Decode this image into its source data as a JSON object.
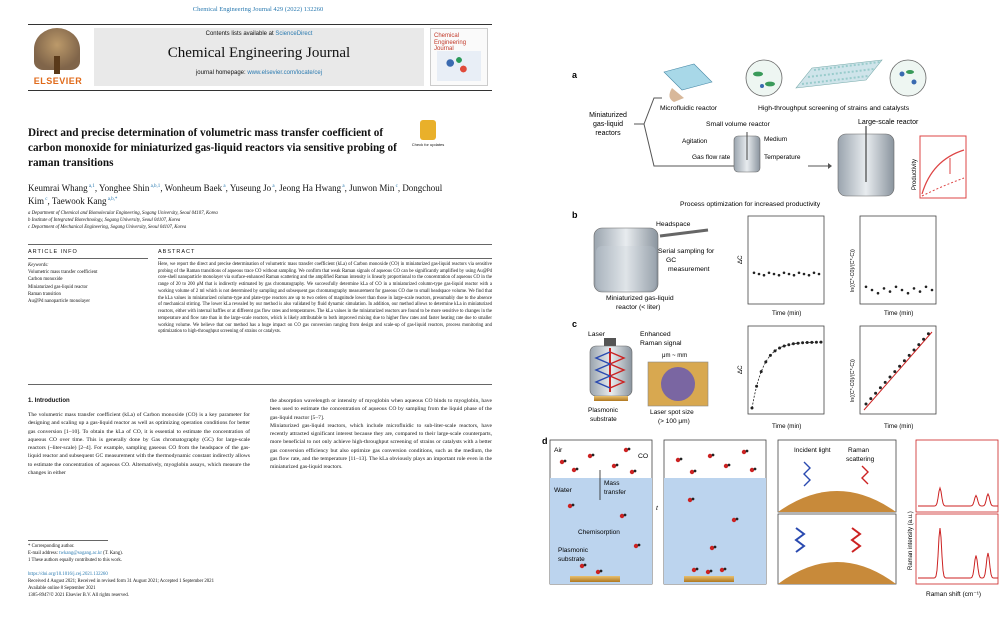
{
  "journal_ref": "Chemical Engineering Journal 429 (2022) 132260",
  "header": {
    "contents_prefix": "Contents lists available at ",
    "contents_link": "ScienceDirect",
    "journal_title": "Chemical Engineering Journal",
    "homepage_prefix": "journal homepage: ",
    "homepage_link": "www.elsevier.com/locate/cej",
    "publisher": "ELSEVIER",
    "cover_title": "Chemical Engineering Journal",
    "badge_text": "Check for updates"
  },
  "article": {
    "title": "Direct and precise determination of volumetric mass transfer coefficient of carbon monoxide for miniaturized gas-liquid reactors via sensitive probing of raman transitions",
    "authors": [
      {
        "name": "Keumrai Whang",
        "sup": "a,1"
      },
      {
        "name": "Yonghee Shin",
        "sup": "a,b,1"
      },
      {
        "name": "Wonheum Baek",
        "sup": "a"
      },
      {
        "name": "Yuseung Jo",
        "sup": "a"
      },
      {
        "name": "Jeong Ha Hwang",
        "sup": "a"
      },
      {
        "name": "Junwon Min",
        "sup": "c"
      },
      {
        "name": "Dongchoul Kim",
        "sup": "c"
      },
      {
        "name": "Taewook Kang",
        "sup": "a,b,*"
      }
    ],
    "affiliations": [
      "a Department of Chemical and Biomolecular Engineering, Sogang University, Seoul 04107, Korea",
      "b Institute of Integrated Biotechnology, Sogang University, Seoul 04107, Korea",
      "c Department of Mechanical Engineering, Sogang University, Seoul 04107, Korea"
    ],
    "article_info_heading": "ARTICLE INFO",
    "abstract_heading": "ABSTRACT",
    "keywords_heading": "Keywords:",
    "keywords": [
      "Volumetric mass transfer coefficient",
      "Carbon monoxide",
      "Miniaturized gas-liquid reactor",
      "Raman transition",
      "Au@Pd nanoparticle monolayer"
    ],
    "abstract": "Here, we report the direct and precise determination of volumetric mass transfer coefficient (kLa) of Carbon monoxide (CO) in miniaturized gas-liquid reactors via sensitive probing of the Raman transitions of aqueous trace CO without sampling. We confirm that weak Raman signals of aqueous CO can be significantly amplified by using Au@Pd core-shell nanoparticle monolayer via surface-enhanced Raman scattering and the amplified Raman intensity is linearly proportional to the concentration of aqueous CO in the range of 20 to 200 μM that is indirectly estimated by gas chromatography. We successfully determine kLa of CO in a miniaturized column-type gas-liquid reactor with a working volume of 2 ml which is not determined by sampling and subsequent gas chromatography measurement for gaseous CO due to small headspace volume. We find that the kLa values in miniaturized column-type and plate-type reactors are up to two orders of magnitude lower than those in large-scale reactors, presumably due to the absence of mechanical stirring. The lower kLa revealed by our method is also validated by fluid dynamic simulation. In addition, our method allows to determine kLa in miniaturized reactors, either with internal baffles or at different gas flow rates and temperatures. The kLa values in the miniaturized reactors are found to be more sensitive to changes in the temperature and flow rate than in the large-scale reactors, which is likely attributable to both improved mixing due to higher flow rates and faster heating rate due to smaller working volume. We believe that our method has a huge impact on CO gas conversion ranging from design and scale-up of gas-liquid reactors, process monitoring and optimization to high-throughput screening of strains or catalysts.",
    "intro_heading": "1.  Introduction",
    "intro_col1": "The volumetric mass transfer coefficient (kLa) of Carbon monoxide (CO) is a key parameter for designing and scaling up a gas-liquid reactor as well as optimizing operation conditions for better gas conversion [1–10]. To obtain the kLa of CO, it is essential to estimate the concentration of aqueous CO over time. This is generally done by Gas chromatography (GC) for large-scale reactors (~liter-scale) [2–4]. For example, sampling gaseous CO from the headspace of the gas-liquid reactor and subsequent GC measurement with the thermodynamic constant indirectly allows to estimate the concentration of aqueous CO. Alternatively, myoglobin assays, which measure the changes in either",
    "intro_col2": "the absorption wavelength or intensity of myoglobin when aqueous CO binds to myoglobin, have been used to estimate the concentration of aqueous CO by sampling from the liquid phase of the gas-liquid reactor [5–7].\n    Miniaturized gas-liquid reactors, which include microfluidic to sub-liter-scale reactors, have recently attracted significant interest because they are, compared to their large-scale counterparts, more beneficial to not only achieve high-throughput screening of strains or catalysts with a better gas conversion efficiency but also optimize gas conversion conditions, such as the medium, the gas flow rate, and the temperature [11–13]. The kLa obviously plays an important role even in the miniaturized gas-liquid reactors.",
    "footnotes": {
      "corresponding_prefix": "* Corresponding author.",
      "email_label": "E-mail address: ",
      "email_value": "twkang@sogang.ac.kr",
      "email_suffix": " (T. Kang).",
      "equal": "1 These authors equally contributed to this work.",
      "doi": "https://doi.org/10.1016/j.cej.2021.132260",
      "received": "Received 4 August 2021; Received in revised form 31 August 2021; Accepted 1 September 2021",
      "available": "Available online 8 September 2021",
      "copyright": "1385-8947/© 2021 Elsevier B.V. All rights reserved."
    }
  },
  "figure": {
    "panel_a": {
      "label": "a",
      "source": "Miniaturized gas-liquid reactors",
      "microfluidic": "Microfluidic reactor",
      "hts": "High-throughput screening of strains and catalysts",
      "small_volume": "Small volume reactor",
      "agitation": "Agitation",
      "medium": "Medium",
      "gas_flow": "Gas flow rate",
      "temperature": "Temperature",
      "large_scale": "Large-scale reactor",
      "productivity": "Productivity",
      "process_opt": "Process optimization for increased productivity"
    },
    "panel_b": {
      "label": "b",
      "headspace": "Headspace",
      "serial": "Serial sampling for GC measurement",
      "reactor": "Miniaturized gas-liquid reactor (< liter)",
      "y1": "ΔC",
      "y2": "ln((C*-C0)/(C*-C))",
      "x": "Time (min)"
    },
    "panel_c": {
      "label": "c",
      "laser": "Laser",
      "enhanced": "Enhanced Raman signal",
      "spot": "μm ~ mm",
      "plasmonic": "Plasmonic substrate",
      "spot_size": "Laser spot size (> 100 μm)",
      "y1": "ΔC",
      "y2": "ln((C*-C0)/(C*-C))",
      "x": "Time (min)"
    },
    "panel_d": {
      "label": "d",
      "air": "Air",
      "co": "CO",
      "water": "Water",
      "mass_transfer": "Mass transfer",
      "t": "t",
      "chemisorption": "Chemisorption",
      "plasmonic": "Plasmonic substrate",
      "incident": "Incident light",
      "raman_scatter": "Raman scattering",
      "y": "Raman intensity (a.u.)",
      "x": "Raman shift (cm⁻¹)"
    }
  }
}
